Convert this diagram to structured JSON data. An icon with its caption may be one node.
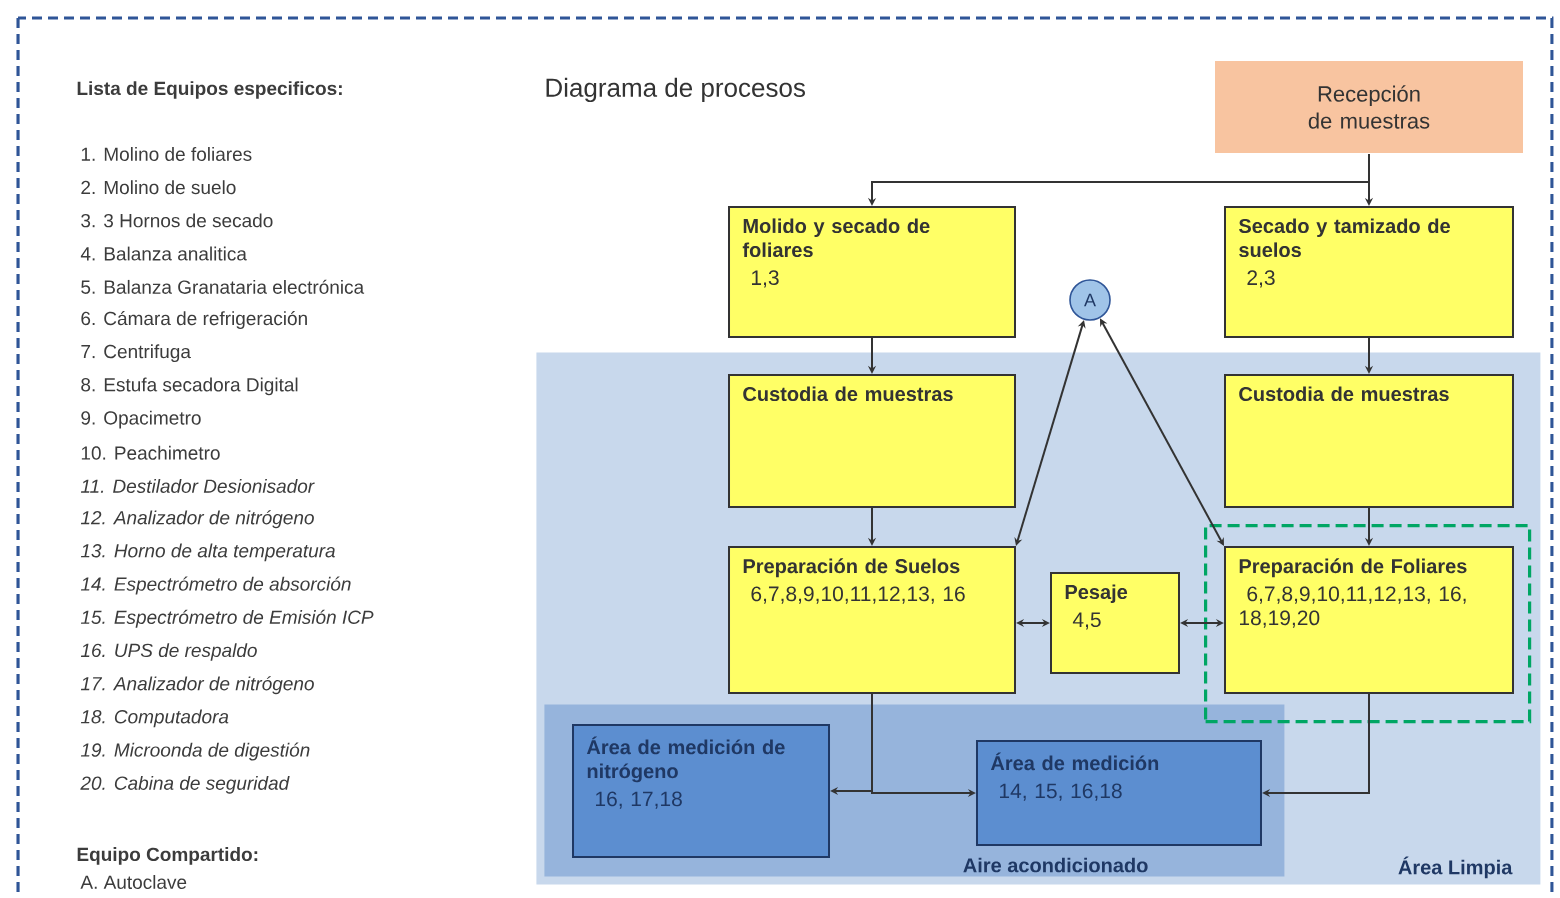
{
  "diagram": {
    "title": "Diagrama de procesos",
    "nodes": [
      {
        "text": [
          "Área Limpia"
        ]
      },
      {
        "text": [
          "Aire acondicionado"
        ],
        "in": 0
      },
      {
        "text": [
          "Recepción de muestras"
        ]
      },
      {
        "text": [
          "Molido y secado de foliares",
          "1,3"
        ]
      },
      {
        "text": [
          "Secado y tamizado de suelos",
          "2,3"
        ]
      },
      {
        "text": [
          "A"
        ]
      },
      {
        "text": [
          "Custodia de muestras"
        ],
        "in": 0
      },
      {
        "text": [
          "Custodia de muestras"
        ],
        "in": 0
      },
      {
        "text": [
          "Preparación de Suelos",
          "6,7,8,9,10,11,12,13, 16"
        ],
        "in": 0
      },
      {
        "text": [
          "Pesaje",
          "4,5"
        ],
        "in": 0
      },
      {
        "text": [],
        "shape": "box",
        "in": 0
      },
      {
        "text": [
          "Preparación de Foliares",
          "6,7,8,9,10,11,12,13, 16, 18,19,20"
        ],
        "in": 10
      },
      {
        "text": [
          "Área de medición de nitrógeno",
          "16, 17,18"
        ],
        "in": 1
      },
      {
        "text": [
          "Área de medición",
          "14, 15, 16,18"
        ],
        "in": 1
      }
    ],
    "edges": [
      {
        "from": 2,
        "to": 3,
        "arrow": "to"
      },
      {
        "from": 2,
        "to": 4,
        "arrow": "to"
      },
      {
        "from": 3,
        "to": 6,
        "arrow": "to"
      },
      {
        "from": 4,
        "to": 7,
        "arrow": "to"
      },
      {
        "from": 6,
        "to": 8,
        "arrow": "to"
      },
      {
        "from": 7,
        "to": 11,
        "arrow": "to"
      },
      {
        "from": 8,
        "to": 5,
        "arrow": "both"
      },
      {
        "from": 5,
        "to": 11,
        "arrow": "both"
      },
      {
        "from": 8,
        "to": 9,
        "arrow": "both"
      },
      {
        "from": 9,
        "to": 11,
        "arrow": "both"
      },
      {
        "from": 8,
        "to": 12,
        "arrow": "to"
      },
      {
        "from": 8,
        "to": 13,
        "arrow": "to"
      },
      {
        "from": 11,
        "to": 13,
        "arrow": "to"
      }
    ],
    "labels": [
      "Lista de Equipos especificos:",
      "1. Molino de foliares",
      "2. Molino de suelo",
      "3. 3 Hornos de secado",
      "4. Balanza analitica",
      "5. Balanza Granataria electrónica",
      "6. Cámara de refrigeración",
      "7. Centrifuga",
      "8. Estufa secadora Digital",
      "9. Opacimetro",
      "10. Peachimetro",
      "11. Destilador Desionisador",
      "12. Analizador de nitrógeno",
      "13. Horno de alta temperatura",
      "14. Espectrómetro de absorción",
      "15. Espectrómetro de Emisión ICP",
      "16. UPS de respaldo",
      "17. Analizador de nitrógeno",
      "18. Computadora",
      "19. Microonda de digestión",
      "20. Cabina de seguridad",
      "Equipo Compartido:",
      "A. Autoclave"
    ]
  }
}
